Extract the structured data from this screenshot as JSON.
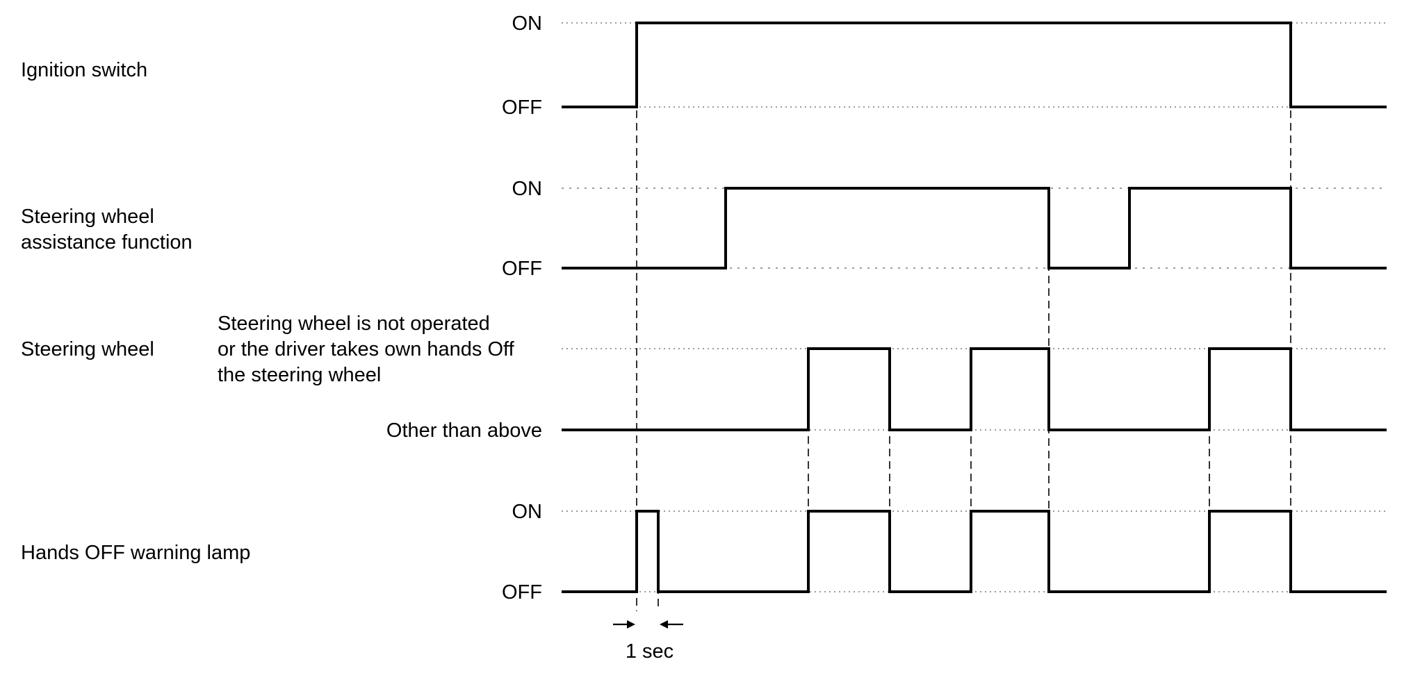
{
  "signals": [
    {
      "id": "ignition",
      "label_lines": [
        "Ignition switch"
      ],
      "high_label_lines": [
        "ON"
      ],
      "low_label": "OFF",
      "initial": 0,
      "transitions": [
        1,
        10
      ]
    },
    {
      "id": "assist",
      "label_lines": [
        "Steering wheel",
        "assistance function"
      ],
      "high_label_lines": [
        "ON"
      ],
      "low_label": "OFF",
      "initial": 0,
      "transitions": [
        2,
        7,
        8,
        10
      ]
    },
    {
      "id": "steering",
      "label_lines": [
        "Steering wheel"
      ],
      "high_label_lines": [
        "Steering wheel is not operated",
        "or the driver takes own hands Off",
        "the steering wheel"
      ],
      "low_label": "Other than above",
      "initial": 0,
      "transitions": [
        3,
        4,
        5,
        7,
        9,
        10
      ]
    },
    {
      "id": "lamp",
      "label_lines": [
        "Hands OFF warning lamp"
      ],
      "high_label_lines": [
        "ON"
      ],
      "low_label": "OFF",
      "initial": 0,
      "transitions": [
        1,
        1.25,
        3,
        4,
        5,
        7,
        9,
        10
      ]
    }
  ],
  "timing_marks": [
    1,
    3,
    4,
    5,
    7,
    9,
    10
  ],
  "duration_annotation": {
    "label": "1 sec",
    "from": 1,
    "to": 1.25
  }
}
